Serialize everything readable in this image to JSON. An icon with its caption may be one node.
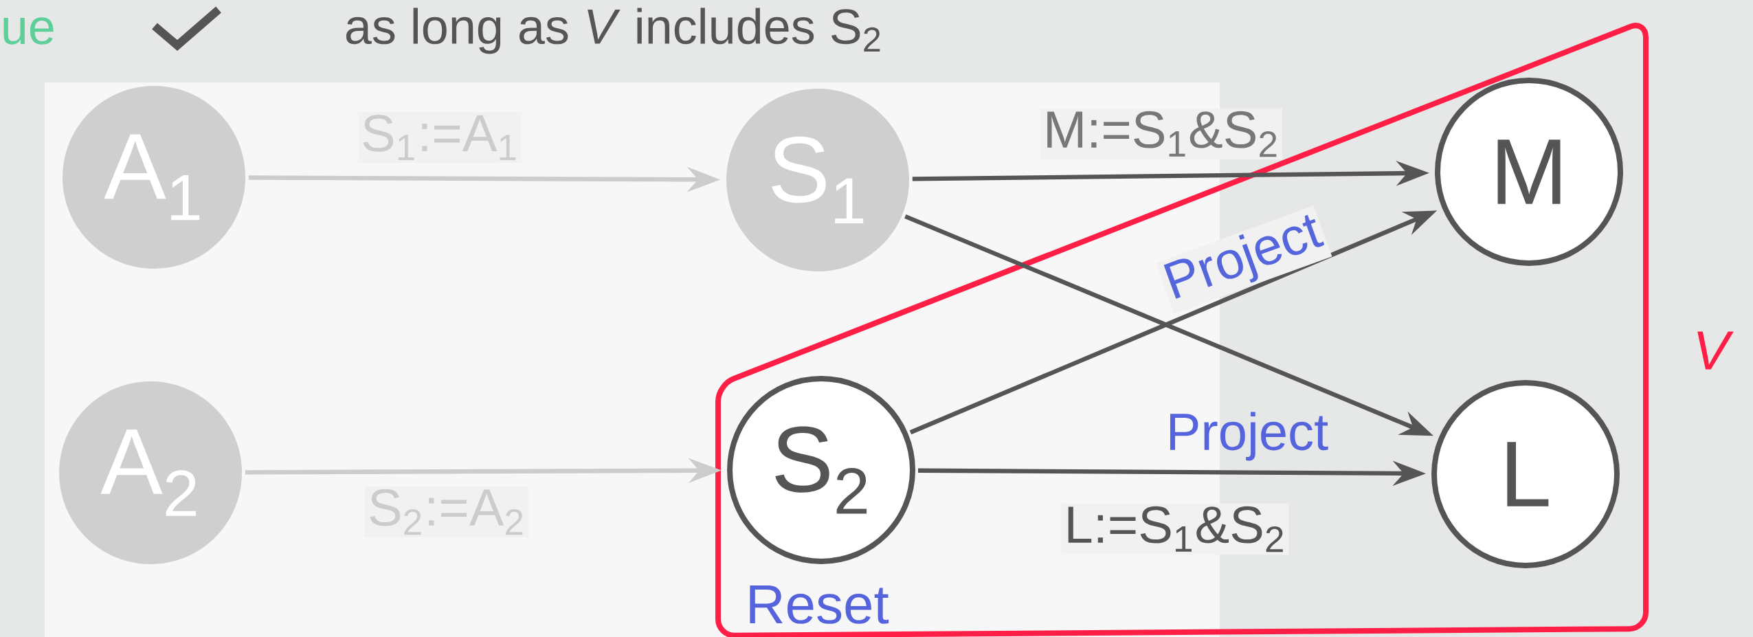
{
  "diagram": {
    "nodes": [
      {
        "text": [
          "A$_{1}$"
        ]
      },
      {
        "text": [
          "S$_{1}$"
        ]
      },
      {
        "text": [
          "Reset"
        ],
        "beside": [
          "V"
        ]
      },
      {
        "text": [
          "M"
        ],
        "in": 2
      },
      {
        "text": [
          "A$_{2}$"
        ]
      },
      {
        "text": [
          "S$_{2}$"
        ],
        "in": 2
      },
      {
        "text": [
          "L"
        ],
        "in": 2
      }
    ],
    "edges": [
      {
        "from": 0,
        "to": 1,
        "arrow": "to",
        "label": "S$_{1}$:=A$_{1}$",
        "color": "#cccccc"
      },
      {
        "from": 1,
        "to": 3,
        "arrow": "to",
        "label": "M:=S$_{1}$&S$_{2}$"
      },
      {
        "from": 1,
        "to": 6,
        "arrow": "to"
      },
      {
        "from": 5,
        "to": 3,
        "arrow": "to",
        "label": "Project"
      },
      {
        "from": 4,
        "to": 5,
        "arrow": "to",
        "label": "S$_{2}$:=A$_{2}$",
        "color": "#cccccc"
      },
      {
        "from": 5,
        "to": 6,
        "arrow": "to",
        "label": "L:=S$_{1}$&S$_{2}$"
      }
    ],
    "labels": [
      "ue",
      "as long as *V* includes S$_{2}$",
      "Project"
    ]
  }
}
